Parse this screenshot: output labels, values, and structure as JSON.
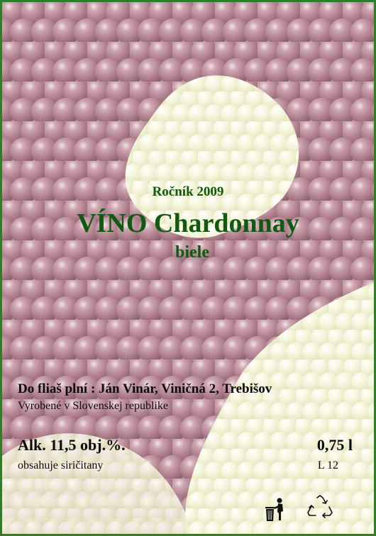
{
  "label": {
    "vintage": "Ročník 2009",
    "title": "VÍNO Chardonnay",
    "style": "biele",
    "bottler": "Do fliaš plní : Ján Vinár, Viničná 2, Trebišov",
    "origin": "Vyrobené v  Slovenskej republike",
    "alcohol": "Alk. 11,5 obj.%.",
    "volume": "0,75 l",
    "sulfites": "obsahuje siričitany",
    "lot": "L 12"
  },
  "icons": {
    "disposal": "trash-bin-person-icon",
    "recycle": "recycle-triangle-icon"
  },
  "colors": {
    "border": "#2f7d27",
    "heading": "#0f5a10",
    "body_text": "#0b0b0b"
  }
}
